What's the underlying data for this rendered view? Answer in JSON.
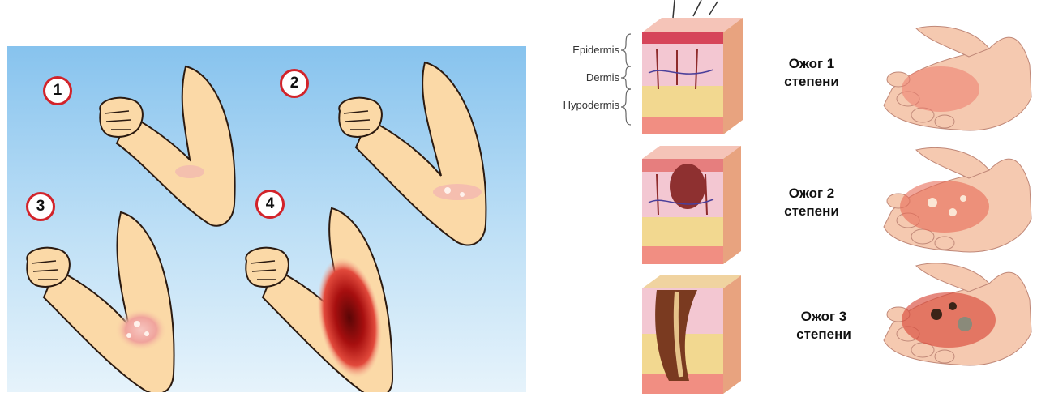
{
  "badges": [
    "1",
    "2",
    "3",
    "4"
  ],
  "layers": {
    "epidermis": "Epidermis",
    "dermis": "Dermis",
    "hypodermis": "Hypodermis"
  },
  "degrees": [
    {
      "line1": "Ожог 1",
      "line2": "степени"
    },
    {
      "line1": "Ожог 2",
      "line2": "степени"
    },
    {
      "line1": "Ожог 3",
      "line2": "степени"
    }
  ],
  "colors": {
    "badge_border": "#d2232a",
    "skin": "#fbd9a7",
    "panel_sky": "#87c3ee",
    "burn_mild": "#f2a3a0",
    "burn_severe": "#8f0c0c"
  }
}
